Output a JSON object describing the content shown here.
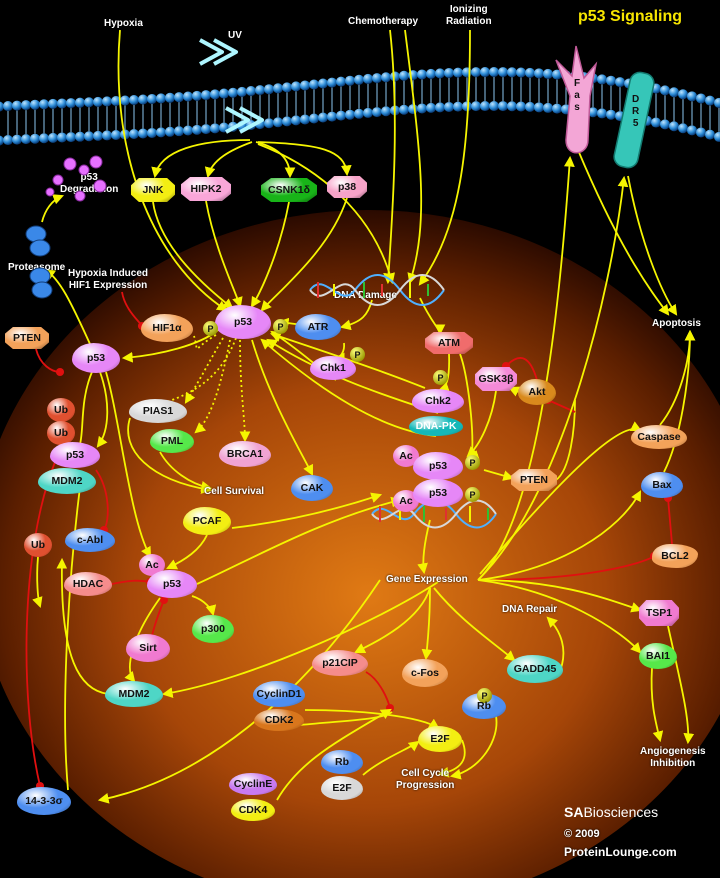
{
  "title": "p53 Signaling",
  "stimuli": {
    "hypoxia": "Hypoxia",
    "uv": "UV",
    "chemotherapy": "Chemotherapy",
    "ionizing_radiation": "Ionizing\nRadiation"
  },
  "labels": {
    "p53_degradation": "p53\nDegradation",
    "proteasome": "Proteasome",
    "hypoxia_hif1": "Hypoxia Induced\nHIF1 Expression",
    "dna_damage": "DNA Damage",
    "cell_survival": "Cell Survival",
    "gene_expression": "Gene Expression",
    "dna_repair": "DNA Repair",
    "cell_cycle_progression": "Cell Cycle\nProgression",
    "apoptosis": "Apoptosis",
    "angiogenesis_inhibition": "Angiogenesis\nInhibition"
  },
  "nodes": {
    "jnk": "JNK",
    "hipk2": "HIPK2",
    "csnk1d": "CSNK1δ",
    "p38": "p38",
    "p53_main": "p53",
    "hif1a": "HIF1α",
    "atr": "ATR",
    "chk1": "Chk1",
    "atm": "ATM",
    "chk2": "Chk2",
    "dnapk": "DNA-PK",
    "gsk3b": "GSK3β",
    "akt": "Akt",
    "pten_right": "PTEN",
    "pten_left": "PTEN",
    "p53_left": "p53",
    "ub1": "Ub",
    "ub2": "Ub",
    "p53_mdm2": "p53",
    "mdm2_top": "MDM2",
    "pias1": "PIAS1",
    "pml": "PML",
    "brca1": "BRCA1",
    "cak": "CAK",
    "ac1": "Ac",
    "p53_ac1": "p53",
    "ac2": "Ac",
    "p53_ac2": "p53",
    "pcaf": "PCAF",
    "c_abl": "c-Abl",
    "ub3": "Ub",
    "hdac": "HDAC",
    "ac3": "Ac",
    "p53_center": "p53",
    "p300": "p300",
    "sirt": "Sirt",
    "mdm2_bottom": "MDM2",
    "cyclind1": "CyclinD1",
    "cdk2": "CDK2",
    "p21cip": "p21CIP",
    "cfos": "c-Fos",
    "gadd45": "GADD45",
    "rb_p": "Rb",
    "e2f_a": "E2F",
    "rb_b": "Rb",
    "e2f_b": "E2F",
    "cycline": "CyclinE",
    "cdk4": "CDK4",
    "protein_1433": "14-3-3σ",
    "caspase": "Caspase",
    "bax": "Bax",
    "bcl2": "BCL2",
    "tsp1": "TSP1",
    "bai1": "BAI1",
    "fas": "F\na\ns",
    "dr5": "D\nR\n5"
  },
  "phospho": "P",
  "brand": {
    "company_sa": "SA",
    "company_rest": "Biosciences",
    "copyright": "© 2009",
    "site": "ProteinLounge.com"
  },
  "colors": {
    "arrow": "#f5f500",
    "inhibit": "#e01010",
    "title": "#f7e600",
    "membrane": "#2a8ad6"
  }
}
